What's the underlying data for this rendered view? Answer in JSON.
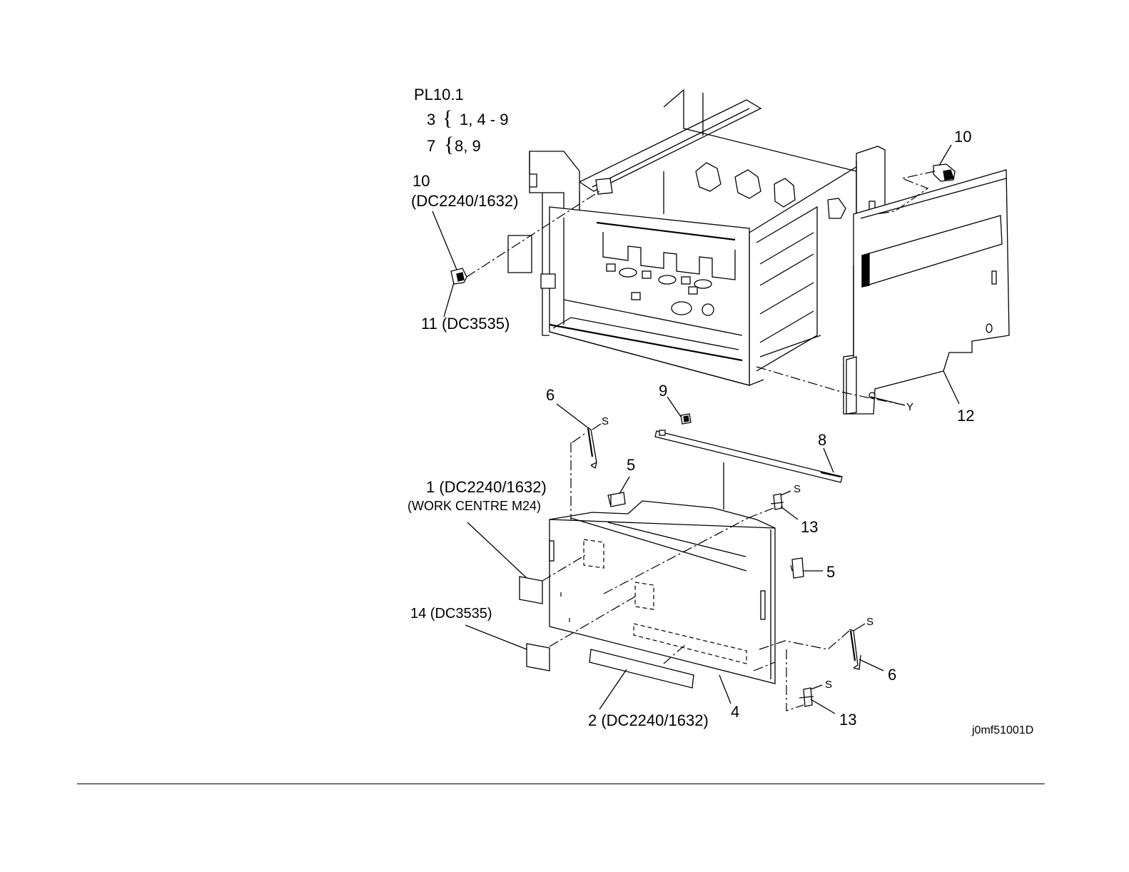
{
  "header": {
    "plate_id": "PL10.1",
    "groups": [
      {
        "parent": "3",
        "members": "1, 4 - 9"
      },
      {
        "parent": "7",
        "members": "8, 9"
      }
    ]
  },
  "callouts": {
    "c10_top": "10",
    "c10_left": "10",
    "c10_left_model": "(DC2240/1632)",
    "c11": "11 (DC3535)",
    "c12": "12",
    "c6_top": "6",
    "c9": "9",
    "c8": "8",
    "c5_top": "5",
    "c5_right": "5",
    "c13_top": "13",
    "c13_bottom": "13",
    "c1": "1 (DC2240/1632)",
    "c1_model": "(WORK CENTRE M24)",
    "c14": "14 (DC3535)",
    "c6_bottom": "6",
    "c2": "2 (DC2240/1632)",
    "c4": "4",
    "screw_marks": [
      "S",
      "S",
      "S",
      "S"
    ],
    "ref_y": "Y"
  },
  "figure_id": "j0mf51001D"
}
